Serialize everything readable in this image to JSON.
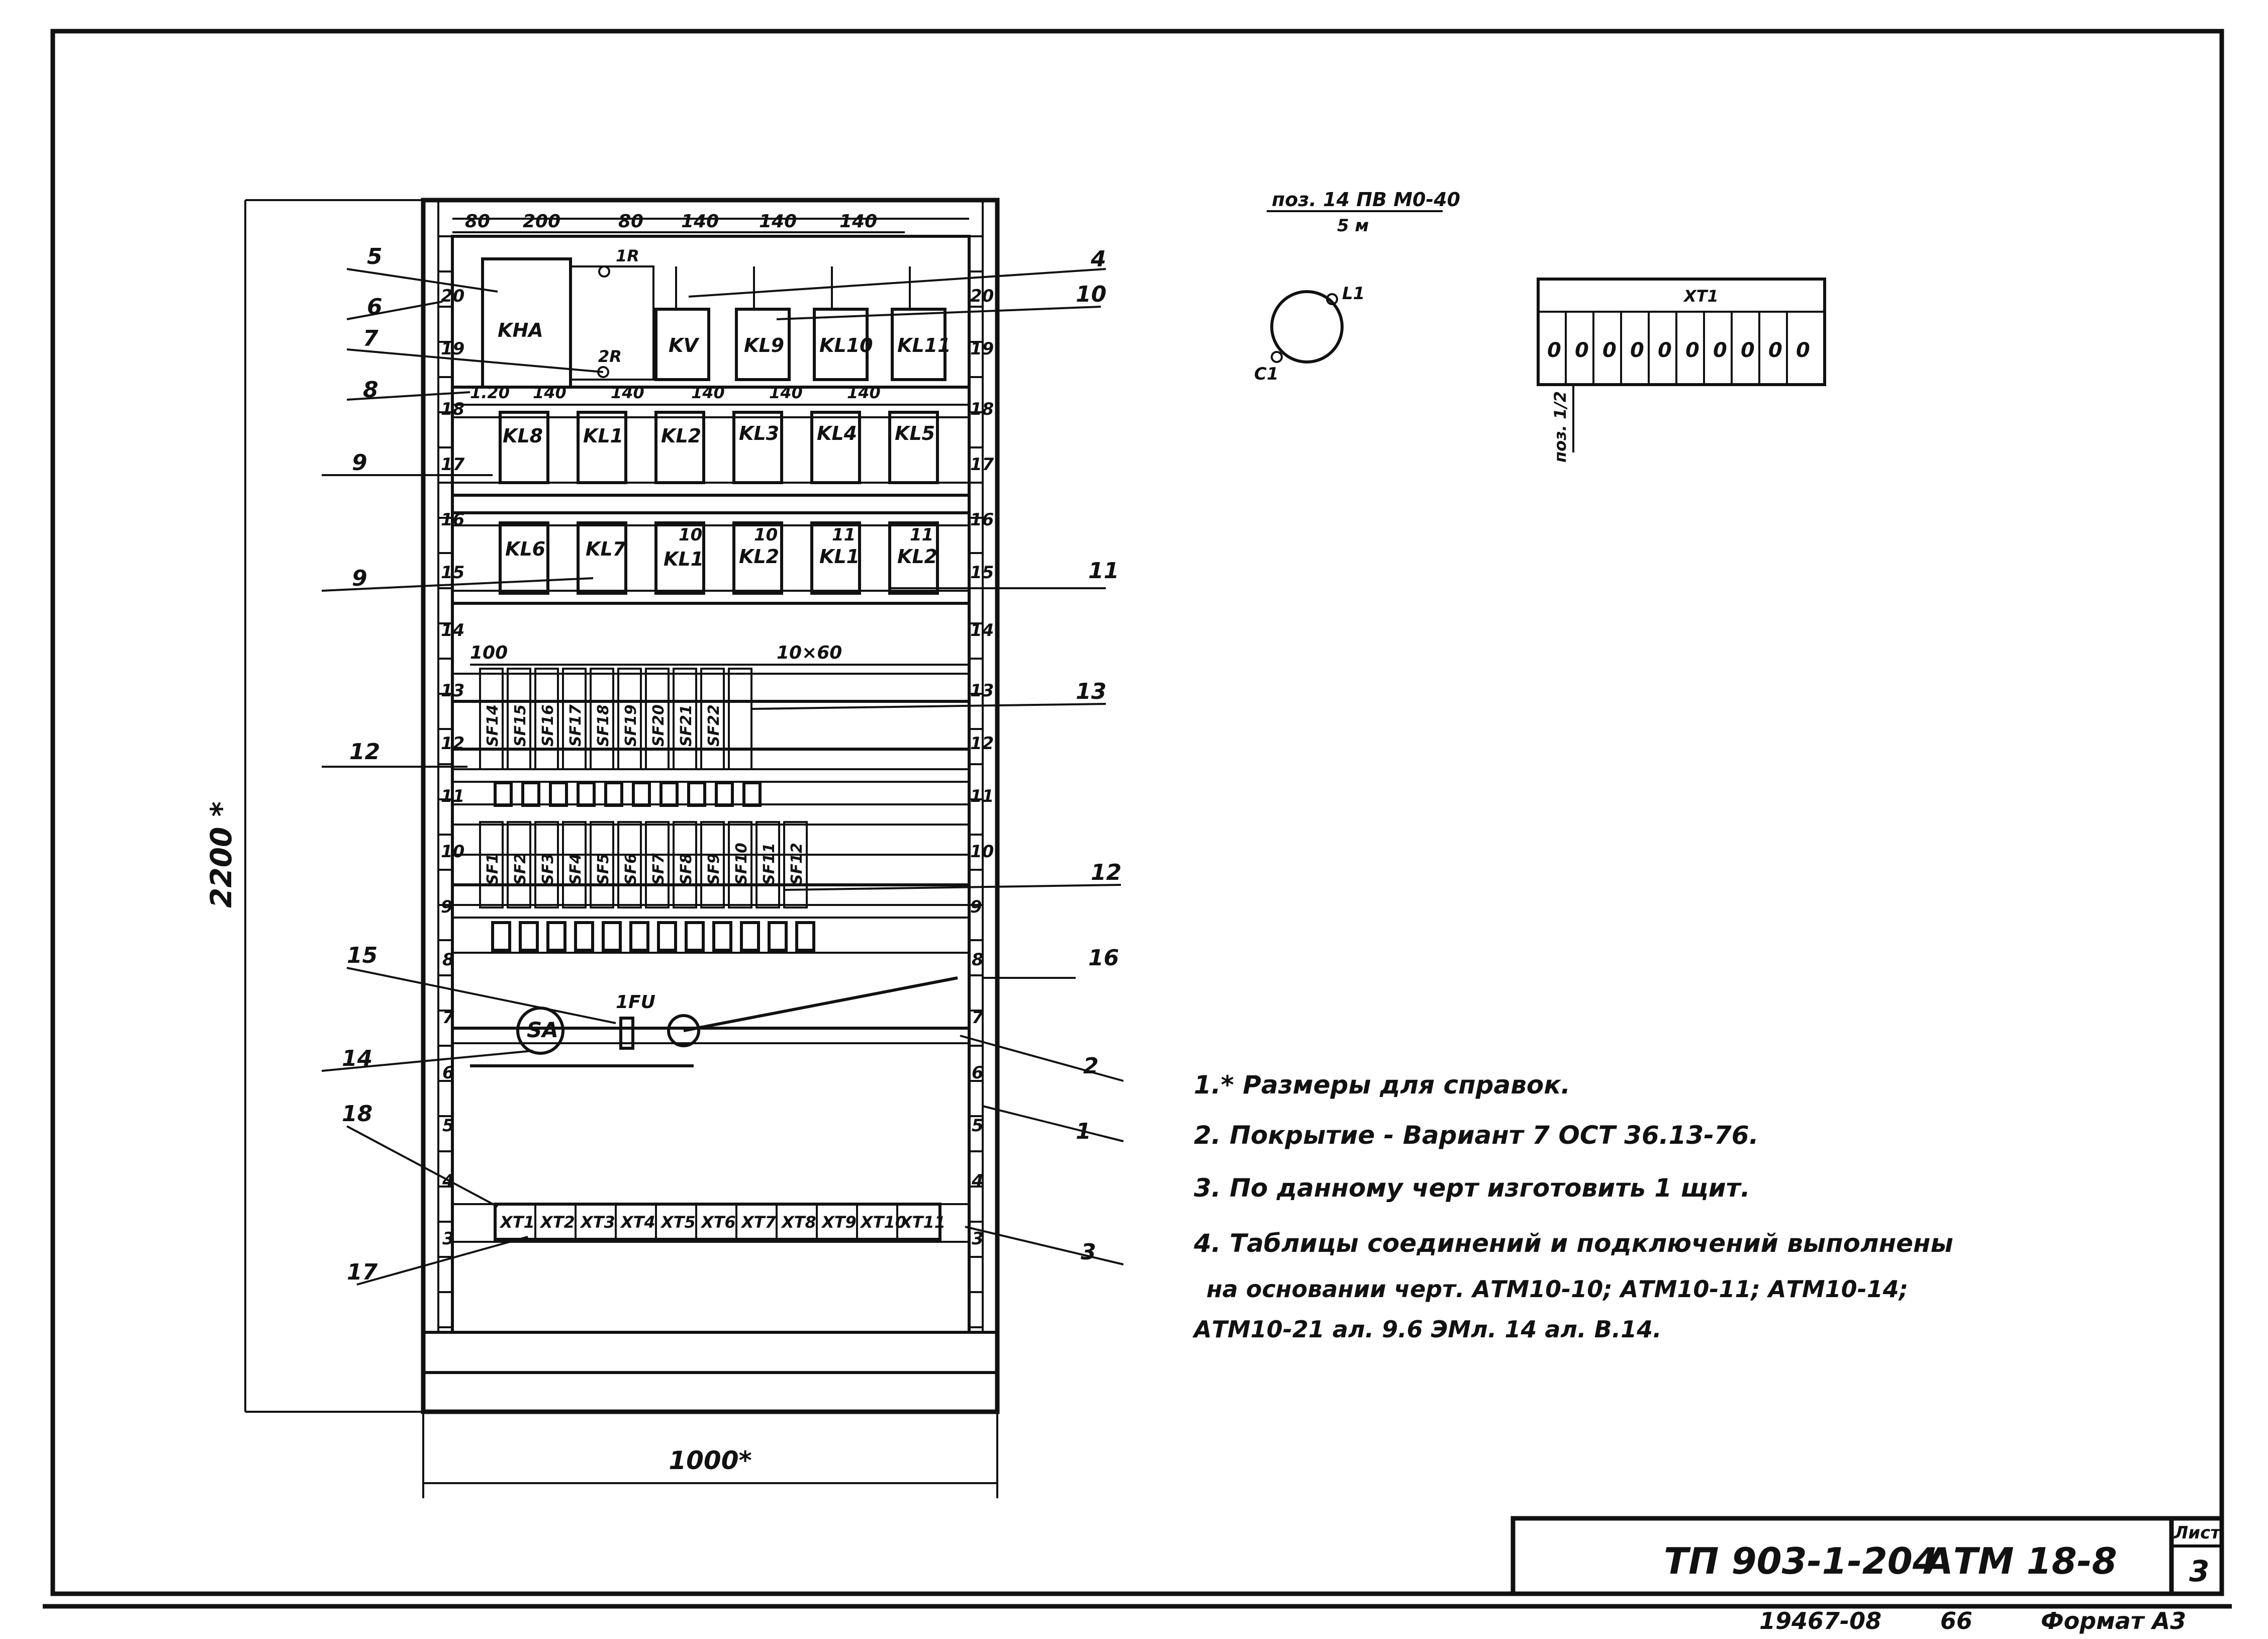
{
  "header": {
    "wire_spec": "поз. 14  ПВ М0-40",
    "wire_spec_sub": "5 м"
  },
  "dimensions": {
    "height": "2200 *",
    "width": "1000*",
    "top_widths": [
      "80",
      "200",
      "80",
      "140",
      "140",
      "140"
    ],
    "row_widths": [
      "1.20",
      "140",
      "140",
      "140",
      "140",
      "140"
    ],
    "sf_spacing_left": "100",
    "sf_spacing_right": "10×60"
  },
  "rail_numbers": [
    "20",
    "19",
    "18",
    "17",
    "16",
    "15",
    "14",
    "13",
    "12",
    "11",
    "10",
    "9",
    "8",
    "7",
    "6",
    "5",
    "4",
    "3"
  ],
  "devices": {
    "top_row": [
      "KHA",
      "KV",
      "KL9",
      "KL10",
      "KL11"
    ],
    "top_labels": [
      "1R",
      "2R"
    ],
    "row2": [
      "KL8",
      "KL1",
      "KL2",
      "KL3",
      "KL4",
      "KL5"
    ],
    "row3": [
      "KL6",
      "KL7",
      "KL1",
      "KL2",
      "KL1",
      "KL2"
    ],
    "row3_prefix": [
      "10",
      "10",
      "11",
      "11"
    ],
    "sf_upper": [
      "SF14",
      "SF15",
      "SF16",
      "SF17",
      "SF18",
      "SF19",
      "SF20",
      "SF21",
      "SF22"
    ],
    "sf_lower": [
      "SF1",
      "SF2",
      "SF3",
      "SF4",
      "SF5",
      "SF6",
      "SF7",
      "SF8",
      "SF9",
      "SF10",
      "SF11",
      "SF12"
    ],
    "switch": "SA",
    "fuse": "1FU",
    "terminals": [
      "XT1",
      "XT2",
      "XT3",
      "XT4",
      "XT5",
      "XT6",
      "XT7",
      "XT8",
      "XT9",
      "XT10",
      "XT11"
    ]
  },
  "callouts": {
    "left": [
      "5",
      "6",
      "7",
      "8",
      "9",
      "9",
      "12",
      "15",
      "14",
      "18",
      "17"
    ],
    "right": [
      "4",
      "10",
      "11",
      "13",
      "12",
      "16",
      "2",
      "1",
      "3"
    ]
  },
  "detail": {
    "lamp_l1": "L1",
    "lamp_c1": "C1",
    "block_title": "XT1",
    "block_values": [
      "0",
      "0",
      "0",
      "0",
      "0",
      "0",
      "0",
      "0",
      "0",
      "0"
    ],
    "block_side": "поз. 1/2"
  },
  "notes": [
    "1.* Размеры для справок.",
    "2. Покрытие - Вариант 7 ОСТ 36.13-76.",
    "3. По данному черт изготовить 1 щит.",
    "4. Таблицы соединений и подключений выполнены",
    "на основании черт. АТМ10-10; АТМ10-11; АТМ10-14;",
    "АТМ10-21 ал. 9.6 ЭМл. 14 ал. В.14."
  ],
  "title_block": {
    "code": "ТП 903-1-204",
    "doc": "АТМ 18-8",
    "sheet_label": "Лист",
    "sheet": "3",
    "inventory": "19467-08",
    "inv_suffix": "66",
    "format": "Формат А3"
  }
}
